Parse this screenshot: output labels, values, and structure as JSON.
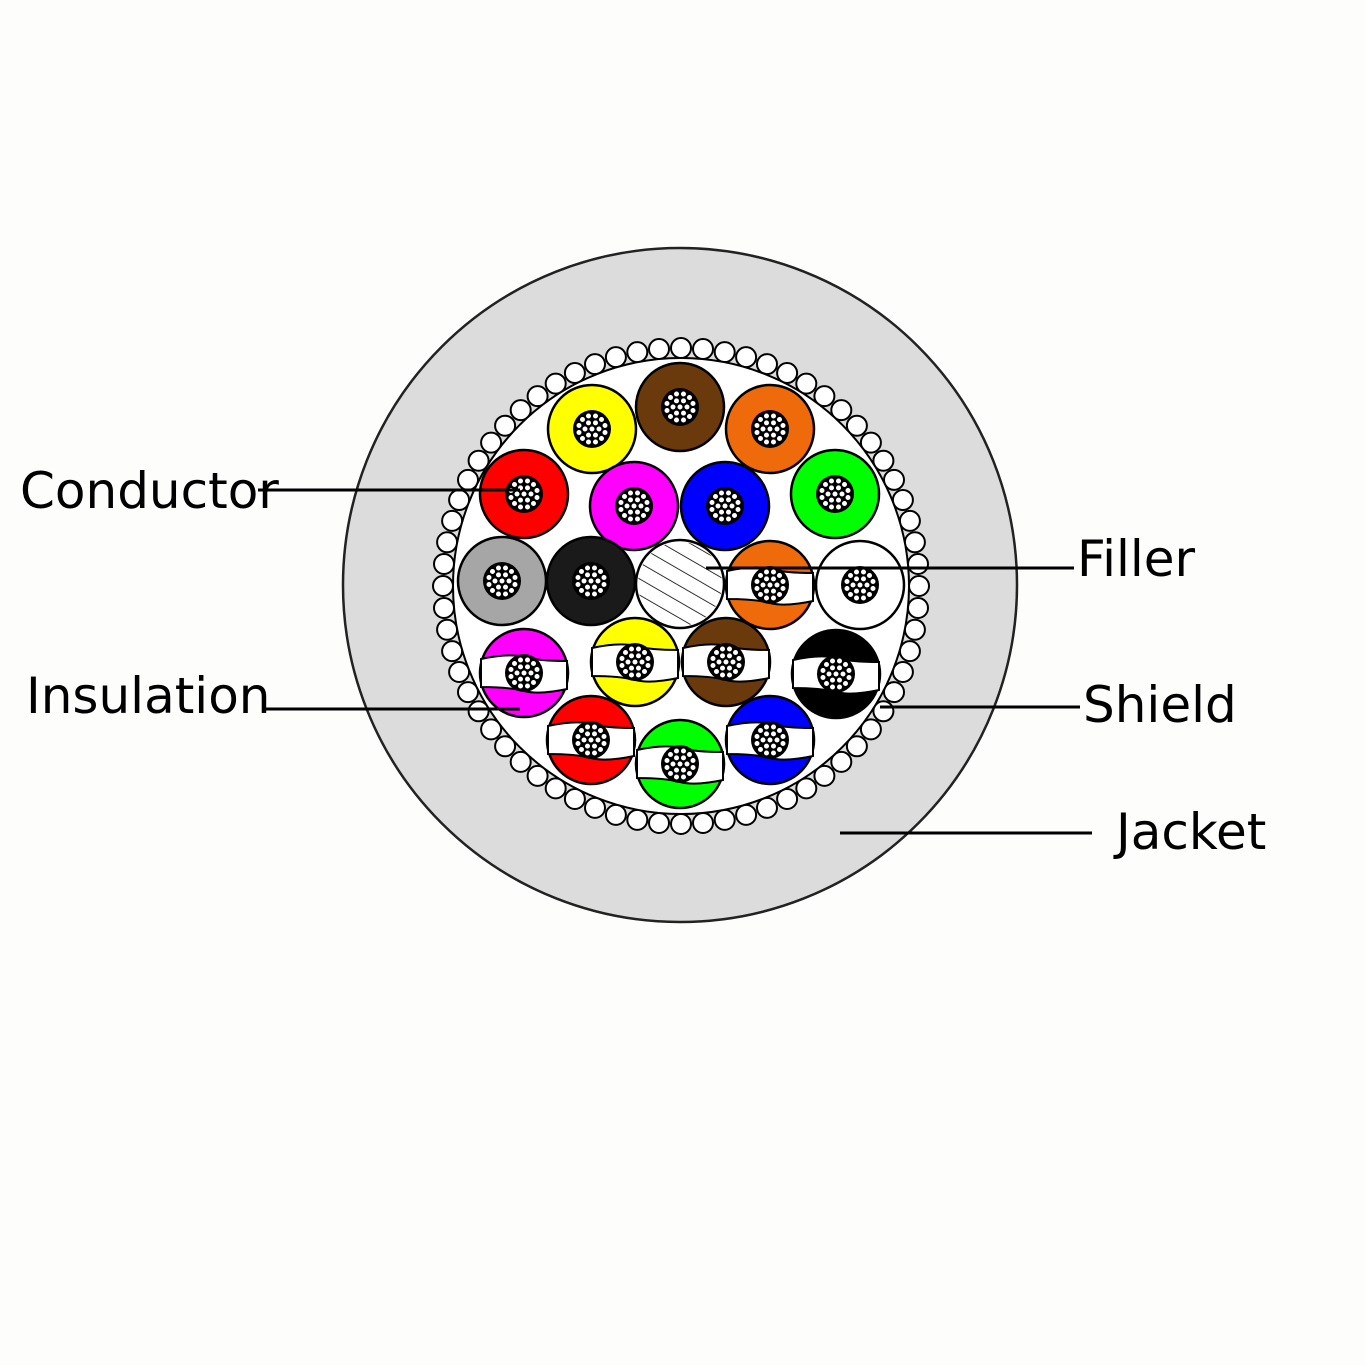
{
  "diagram": {
    "labels": {
      "conductor": "Conductor",
      "insulation": "Insulation",
      "filler": "Filler",
      "shield": "Shield",
      "jacket": "Jacket"
    },
    "colors": {
      "background": "#fdfdfc",
      "jacket": "#dcdcdc",
      "core": "#ffffff",
      "outline": "#000000"
    },
    "cores": [
      {
        "color": "#ffff00",
        "striped": false
      },
      {
        "color": "#6b3a0c",
        "striped": false
      },
      {
        "color": "#ef6a0a",
        "striped": false
      },
      {
        "color": "#ff0000",
        "striped": false
      },
      {
        "color": "#ff00ff",
        "striped": false
      },
      {
        "color": "#0000ff",
        "striped": false
      },
      {
        "color": "#00ff00",
        "striped": false
      },
      {
        "color": "#a6a6a6",
        "striped": false
      },
      {
        "color": "#1a1a1a",
        "striped": false
      },
      {
        "color": "filler",
        "striped": false
      },
      {
        "color": "#ef6a0a",
        "striped": true
      },
      {
        "color": "#ffffff",
        "striped": false
      },
      {
        "color": "#ff00ff",
        "striped": true
      },
      {
        "color": "#ffff00",
        "striped": true
      },
      {
        "color": "#6b3a0c",
        "striped": true
      },
      {
        "color": "#000000",
        "striped": true
      },
      {
        "color": "#ff0000",
        "striped": true
      },
      {
        "color": "#00ff00",
        "striped": true
      },
      {
        "color": "#0000ff",
        "striped": true
      }
    ]
  }
}
